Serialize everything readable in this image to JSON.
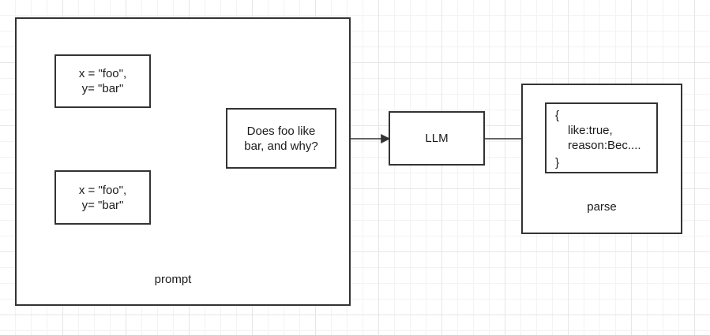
{
  "prompt_group": {
    "label": "prompt",
    "input_top": {
      "line1": "x = \"foo\",",
      "line2": "y= \"bar\""
    },
    "input_bottom": {
      "line1": "x = \"foo\",",
      "line2": "y= \"bar\""
    },
    "question": {
      "line1": "Does foo like",
      "line2": "bar, and why?"
    }
  },
  "llm": {
    "label": "LLM"
  },
  "parse_group": {
    "label": "parse",
    "output": {
      "open_brace": "{",
      "line1": "like:true,",
      "line2": "reason:Bec....",
      "close_brace": "}"
    }
  }
}
